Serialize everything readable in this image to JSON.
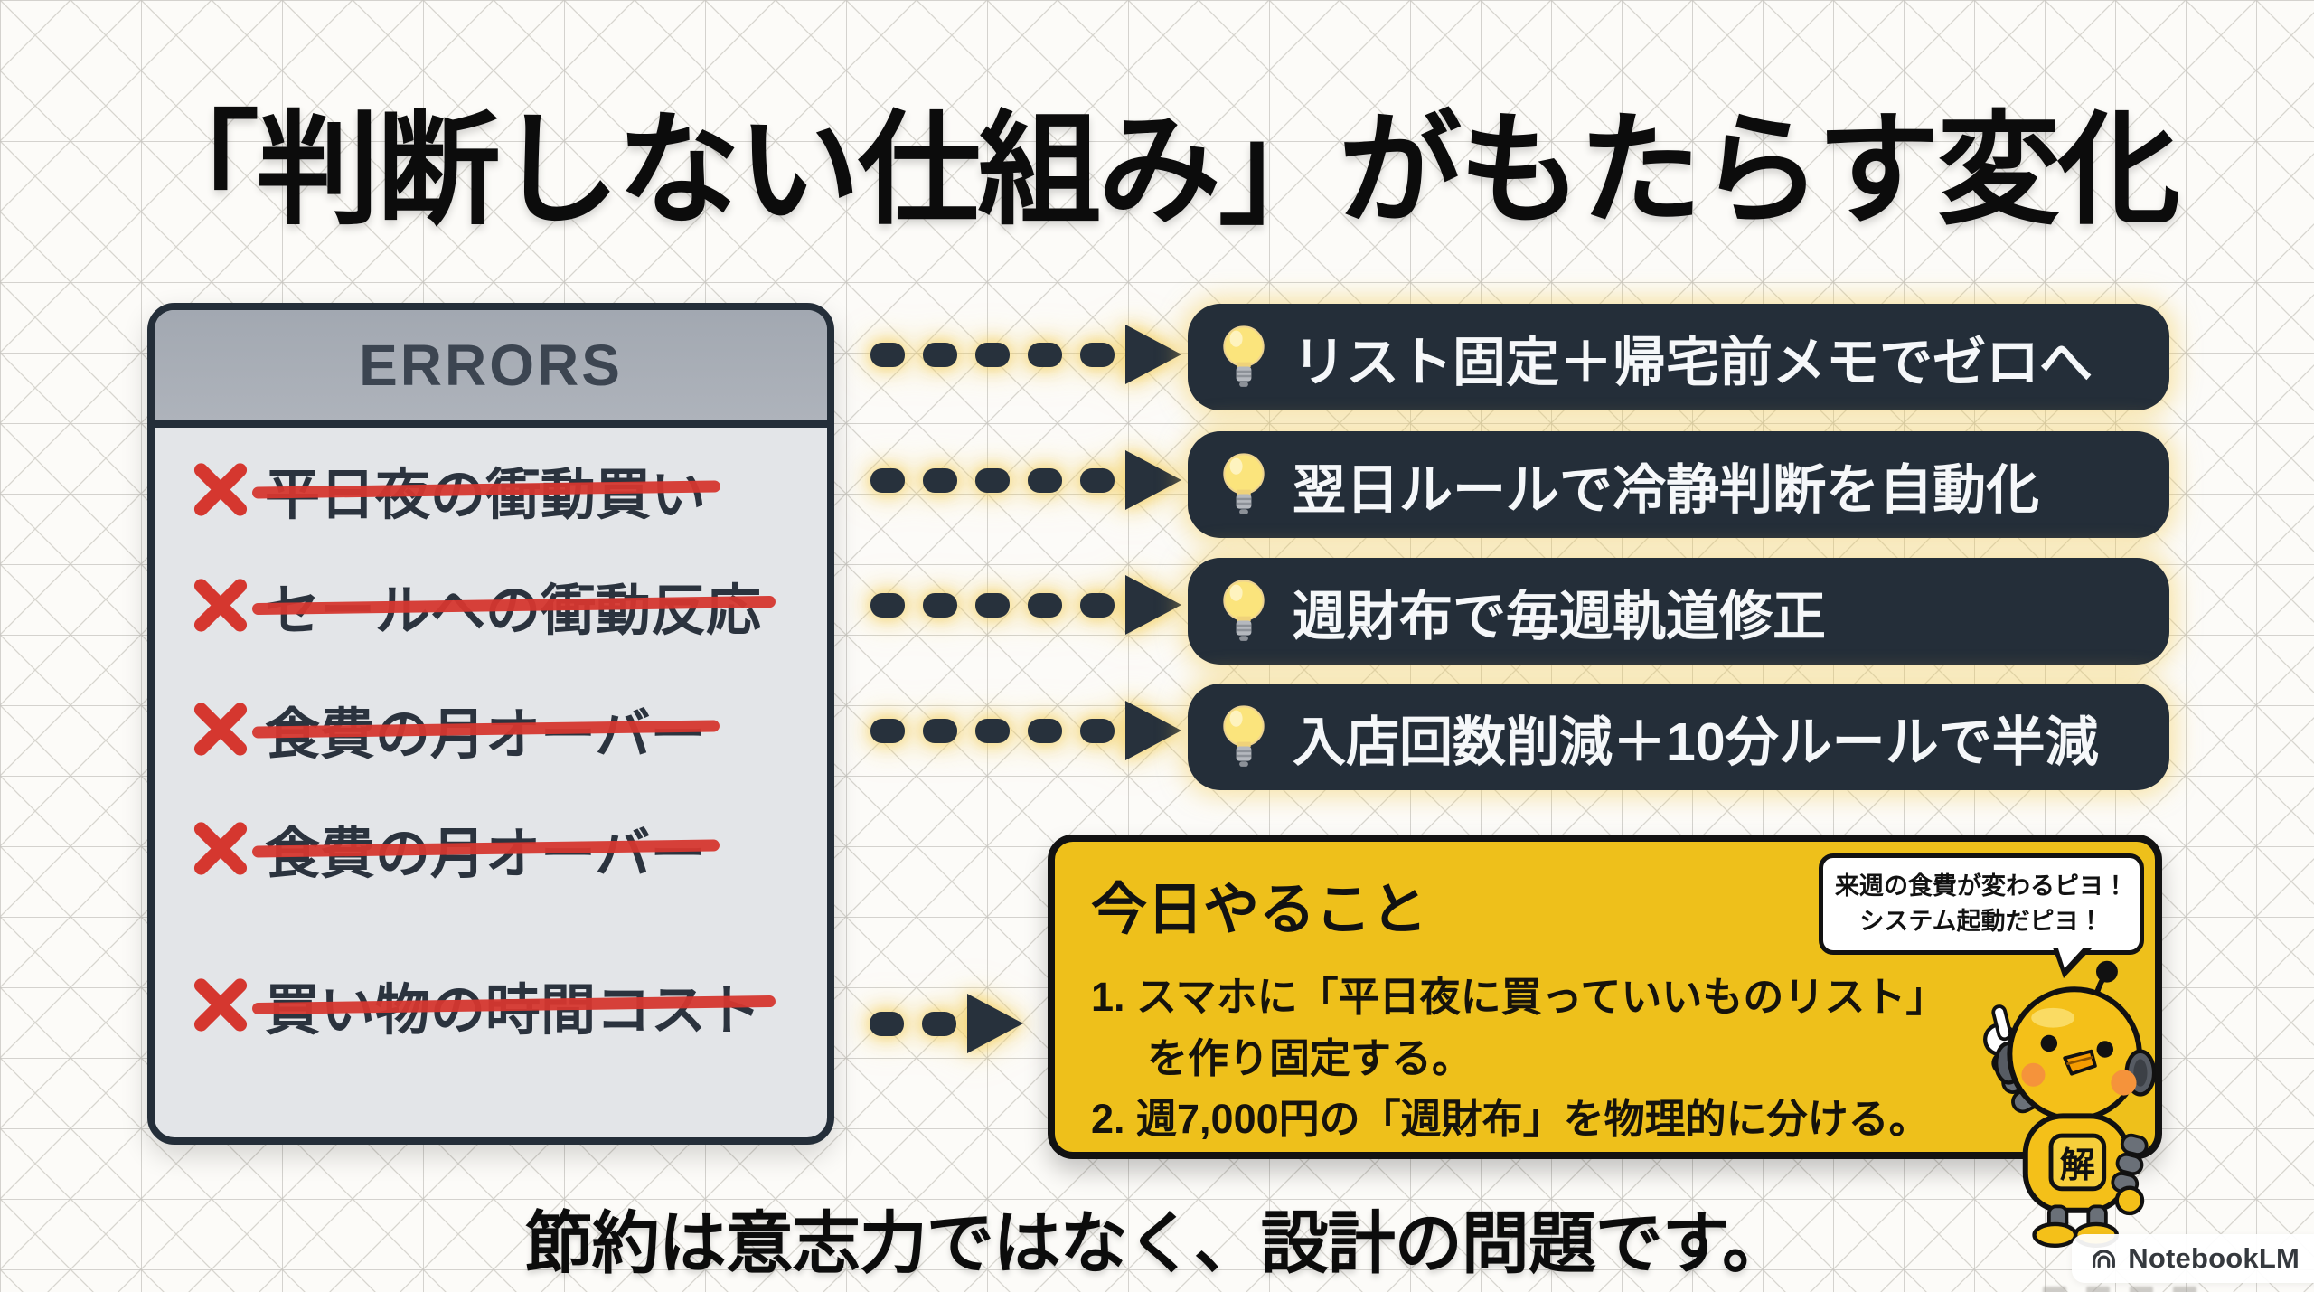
{
  "title": "「判断しない仕組み」がもたらす変化",
  "errors_panel": {
    "header": "ERRORS",
    "items": [
      "平日夜の衝動買い",
      "セールへの衝動反応",
      "食費の月オーバー",
      "食費の月オーバー",
      "買い物の時間コスト"
    ]
  },
  "solutions": [
    "リスト固定＋帰宅前メモでゼロへ",
    "翌日ルールで冷静判断を自動化",
    "週財布で毎週軌道修正",
    "入店回数削減＋10分ルールで半減"
  ],
  "todo_box": {
    "title": "今日やること",
    "lines": [
      "1. スマホに「平日夜に買っていいものリスト」",
      "を作り固定する。",
      "2. 週7,000円の「週財布」を物理的に分ける。"
    ]
  },
  "speech_bubble": {
    "line1": "来週の食費が変わるピヨ！",
    "line2": "システム起動だピヨ！"
  },
  "mascot": {
    "badge": "解"
  },
  "tagline": "節約は意志力ではなく、設計の問題です。",
  "watermark": {
    "label": "NotebookLM"
  },
  "colors": {
    "background": "#fcfbf8",
    "grid_line": "#c7c5c0",
    "ink": "#0c0c0c",
    "dark_navy": "#242e39",
    "panel_header_gray": "#a7acb5",
    "panel_body_gray": "#e3e5e8",
    "error_red": "#d5372f",
    "accent_yellow": "#eec01b",
    "glow_yellow": "#f3cd5a",
    "solution_text": "#f5f7f9"
  }
}
